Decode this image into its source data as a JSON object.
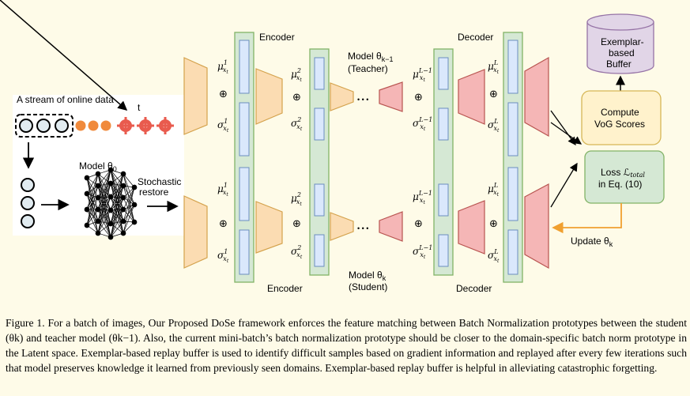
{
  "labels": {
    "stream": "A stream of online data",
    "time": "t",
    "model": "Model θ",
    "model_sub": "0",
    "stochastic": [
      "Stochastic",
      "restore"
    ],
    "encoder": "Encoder",
    "decoder": "Decoder",
    "teacher": [
      "Model θ",
      "k−1",
      "(Teacher)"
    ],
    "student": [
      "Model θ",
      "k",
      "(Student)"
    ],
    "buffer": [
      "Exemplar-",
      "based",
      "Buffer"
    ],
    "vog": [
      "Compute",
      "VoG Scores"
    ],
    "loss": [
      "Loss ℒ",
      "total",
      "in Eq. (10)"
    ],
    "update": [
      "Update θ",
      "k"
    ],
    "mu": "μ",
    "sigma": "σ",
    "xt": "x",
    "t_sub": "t",
    "layer_sups": [
      "1",
      "2",
      "L−1",
      "L"
    ],
    "plus": "⊕",
    "dots": "• • •"
  },
  "colors": {
    "encoder_fill": "#fbdcb2",
    "encoder_stroke": "#d4a24c",
    "decoder_fill": "#f5b6b6",
    "decoder_stroke": "#b85450",
    "bar_fill": "#dae8fc",
    "bar_stroke": "#6c8ebf",
    "panel_fill": "#d5e8d4",
    "panel_stroke": "#82b366",
    "buffer_fill": "#e1d5e7",
    "buffer_stroke": "#9673a6",
    "vog_fill": "#fff2cc",
    "vog_stroke": "#d6b656",
    "update_arrow": "#f0a030",
    "data_fill": "#e1ebf0",
    "orange": "#f08a3c"
  },
  "caption": "Figure 1. For a batch of images, Our Proposed DoSe framework enforces the feature matching between Batch Normalization prototypes between the student (θk) and teacher model (θk−1). Also, the current mini-batch’s batch normalization prototype should be closer to the domain-specific batch norm prototype in the Latent space. Exemplar-based replay buffer is used to identify difficult samples based on gradient information and replayed after every few iterations such that model preserves knowledge it learned from previously seen domains. Exemplar-based replay buffer is helpful in alleviating catastrophic forgetting."
}
